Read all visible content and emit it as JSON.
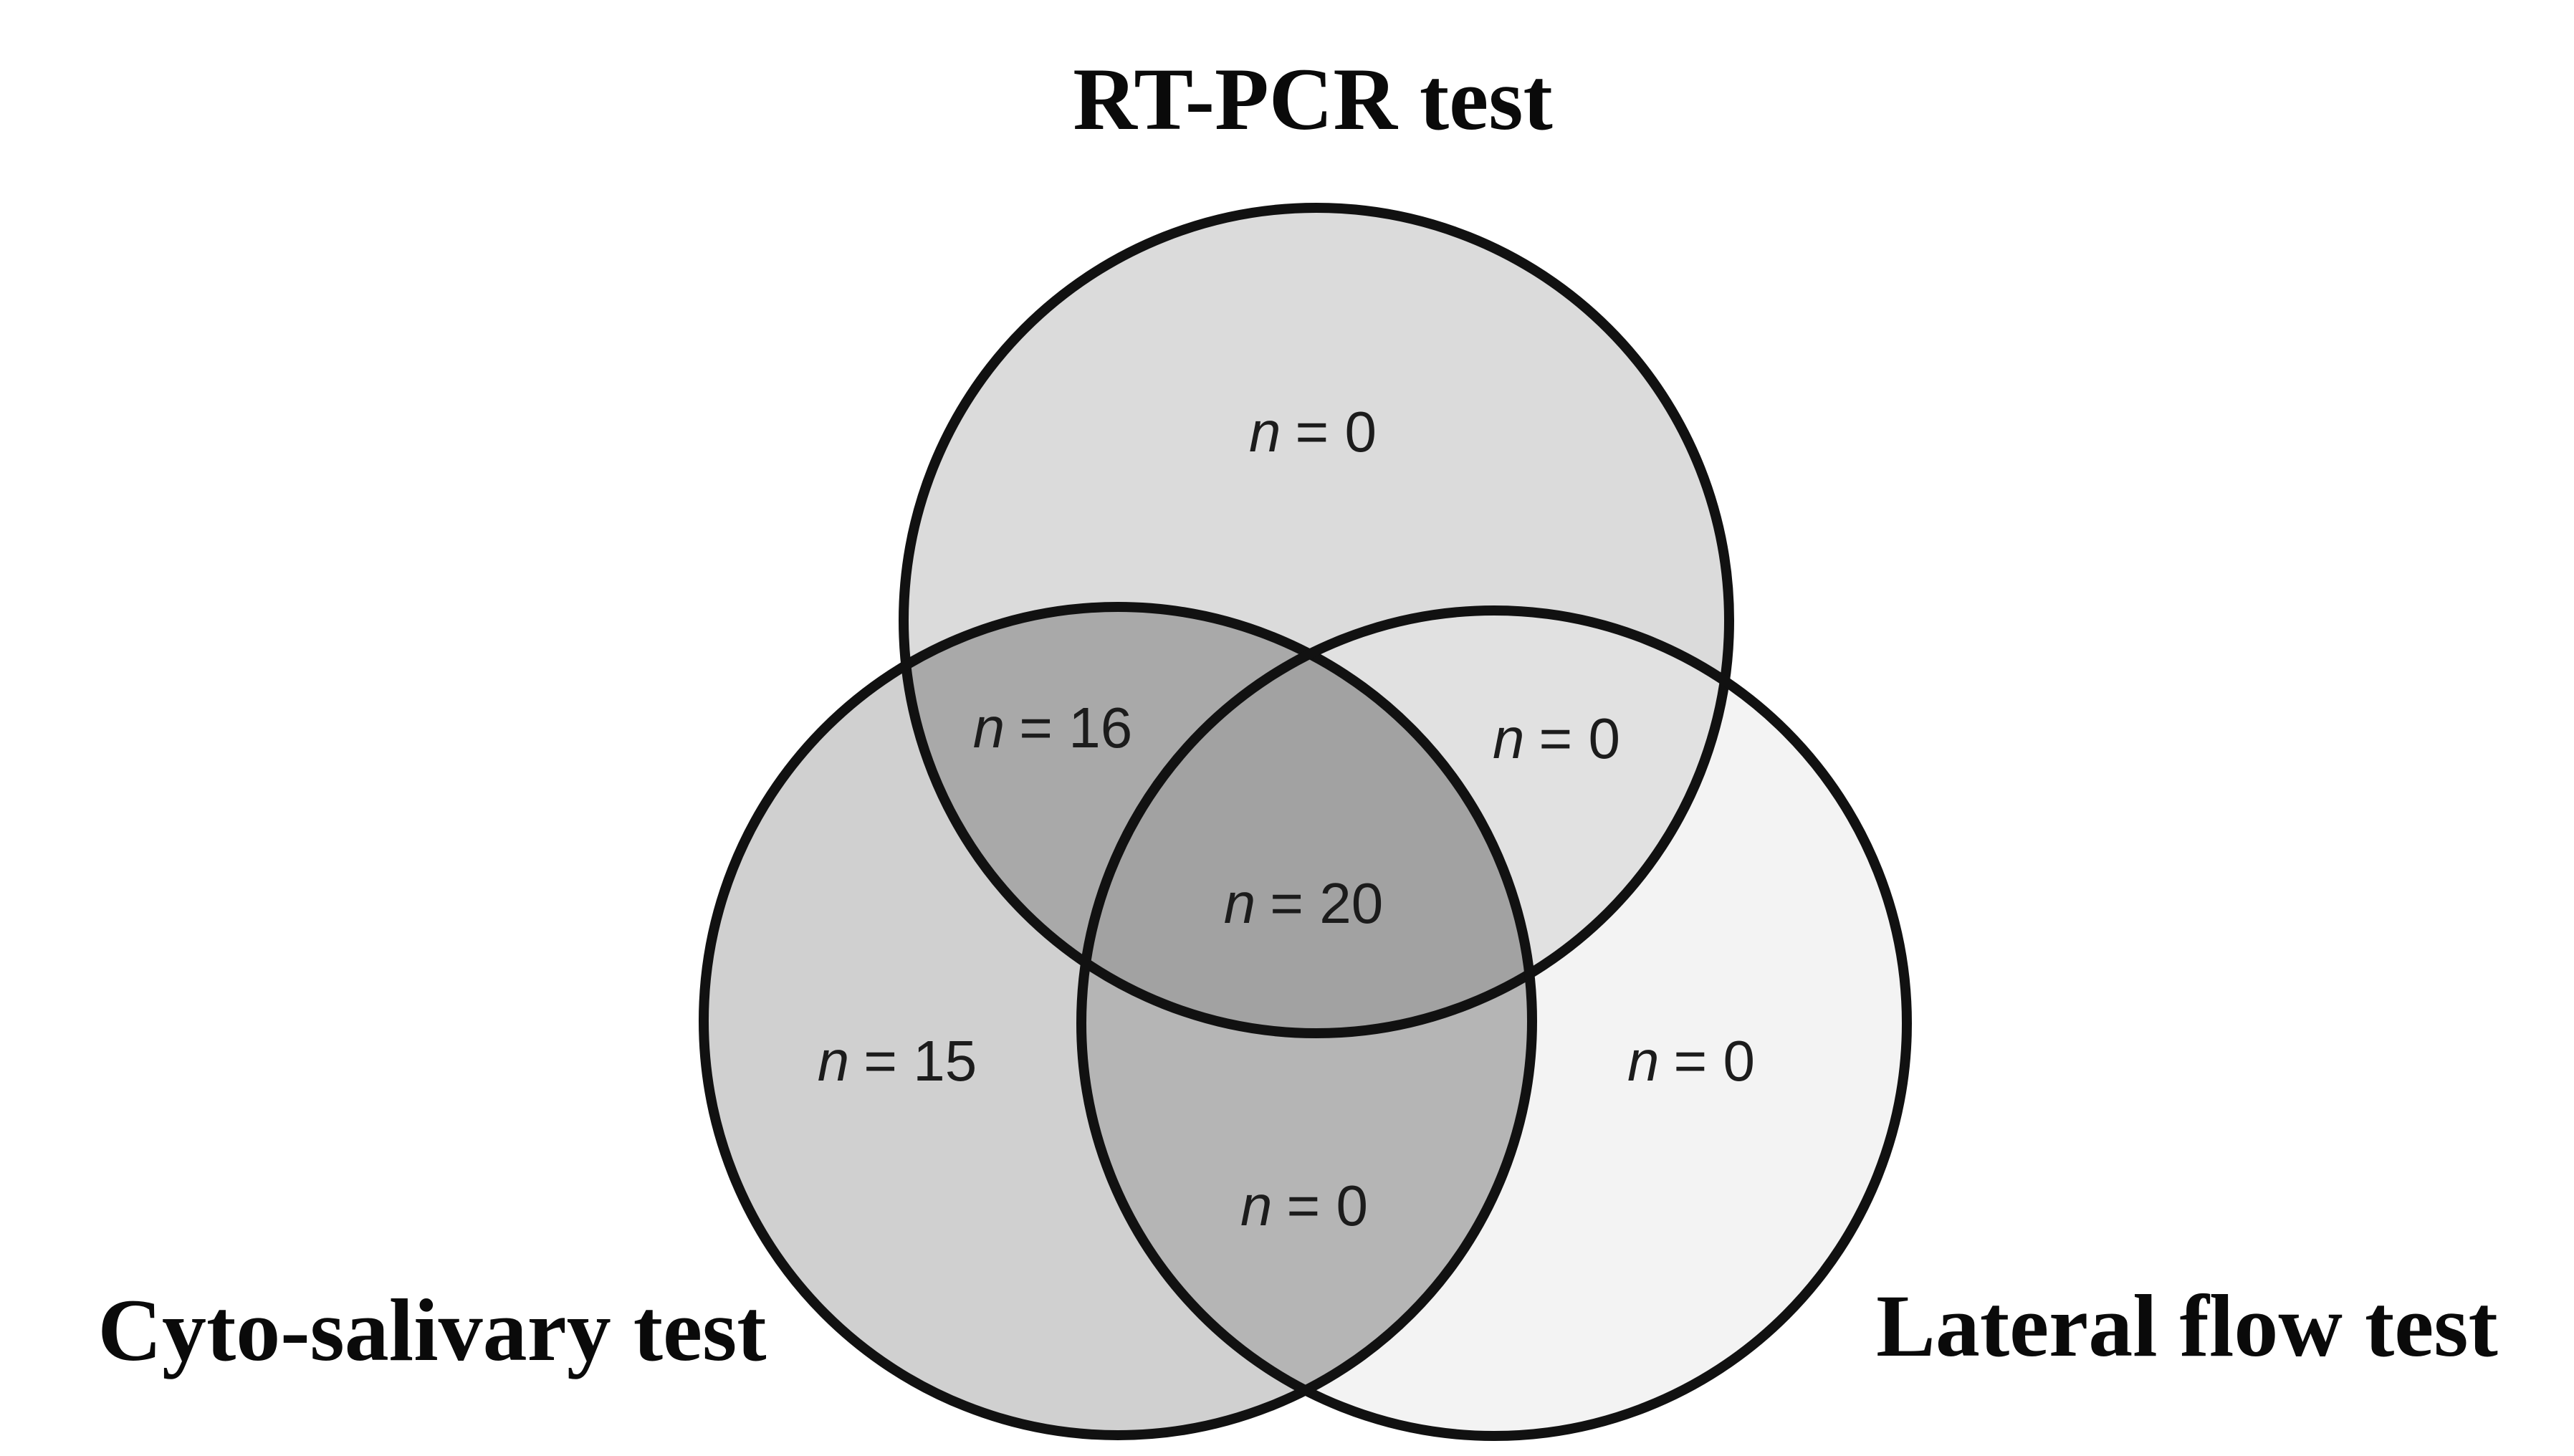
{
  "figure": {
    "type": "venn3",
    "set_labels": {
      "top": "RT-PCR test",
      "bottom_left": "Cyto-salivary test",
      "bottom_right": "Lateral flow test"
    },
    "regions": {
      "rtpcr_only": {
        "var": "n",
        "eq": "= 0",
        "value": 0,
        "sets": "RT-PCR only"
      },
      "rtpcr_cyto": {
        "var": "n",
        "eq": "= 16",
        "value": 16,
        "sets": "RT-PCR + Cyto-salivary"
      },
      "rtpcr_lateral": {
        "var": "n",
        "eq": "= 0",
        "value": 0,
        "sets": "RT-PCR + Lateral flow"
      },
      "all_three": {
        "var": "n",
        "eq": "= 20",
        "value": 20,
        "sets": "All three tests"
      },
      "cyto_only": {
        "var": "n",
        "eq": "= 15",
        "value": 15,
        "sets": "Cyto-salivary only"
      },
      "cyto_lateral": {
        "var": "n",
        "eq": "= 0",
        "value": 0,
        "sets": "Cyto-salivary + Lateral flow"
      },
      "lateral_only": {
        "var": "n",
        "eq": "= 0",
        "value": 0,
        "sets": "Lateral flow only"
      }
    },
    "colors": {
      "background": "#ffffff",
      "rtpcr_only": "#dbdbdb",
      "cyto_only": "#d0d0d0",
      "lateral_only": "#f3f3f3",
      "rtpcr_cyto": "#a9a9a9",
      "rtpcr_lateral": "#e1e1e1",
      "cyto_lateral": "#b5b5b5",
      "all_three": "#a2a2a2",
      "stroke": "#111111"
    }
  }
}
